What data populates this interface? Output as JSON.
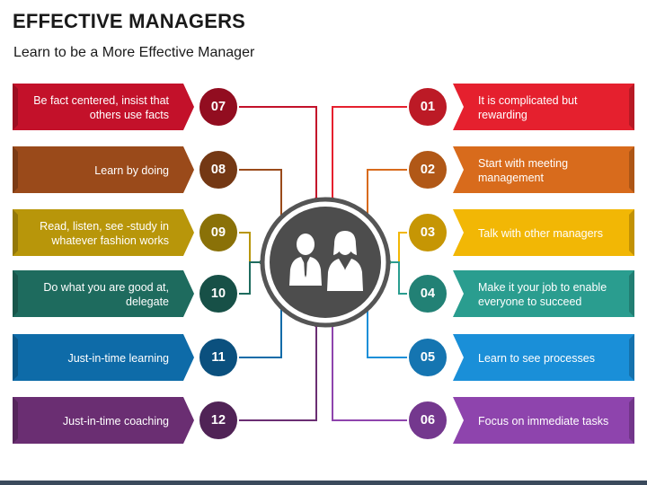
{
  "header": {
    "title": "EFFECTIVE MANAGERS",
    "subtitle": "Learn to be a More Effective Manager"
  },
  "left_items": [
    {
      "num": "07",
      "text": "Be fact centered, insist that others use facts",
      "color": "#C3112A"
    },
    {
      "num": "08",
      "text": "Learn by doing",
      "color": "#9A4A1A"
    },
    {
      "num": "09",
      "text": "Read, listen, see -study in whatever fashion works",
      "color": "#B8960A"
    },
    {
      "num": "10",
      "text": "Do what you are good at, delegate",
      "color": "#1E6B5E"
    },
    {
      "num": "11",
      "text": "Just-in-time learning",
      "color": "#0E6BA8"
    },
    {
      "num": "12",
      "text": "Just-in-time coaching",
      "color": "#6A2E72"
    }
  ],
  "right_items": [
    {
      "num": "01",
      "text": "It is complicated but rewarding",
      "color": "#E5202E"
    },
    {
      "num": "02",
      "text": "Start with meeting management",
      "color": "#D86B1C"
    },
    {
      "num": "03",
      "text": "Talk with other managers",
      "color": "#F2B705"
    },
    {
      "num": "04",
      "text": "Make it your job to enable everyone to succeed",
      "color": "#2A9D8F"
    },
    {
      "num": "05",
      "text": "Learn to see processes",
      "color": "#1A8FD8"
    },
    {
      "num": "06",
      "text": "Focus on immediate tasks",
      "color": "#8E44AD"
    }
  ],
  "center": {
    "icon": "business-people-icon",
    "ring_color": "#555555"
  }
}
